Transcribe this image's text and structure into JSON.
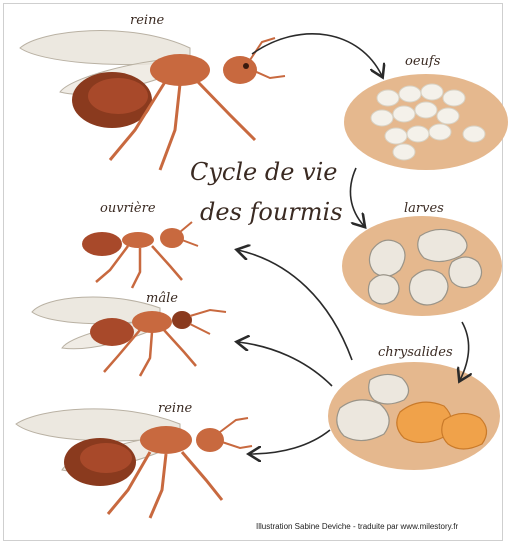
{
  "diagram": {
    "title_line1": "Cycle de vie",
    "title_line2": "des fourmis",
    "labels": {
      "queen_top": "reine",
      "eggs": "oeufs",
      "larvae": "larves",
      "pupae": "chrysalides",
      "worker": "ouvrière",
      "male": "mâle",
      "queen_bottom": "reine"
    },
    "credit": "Illustration Sabine Deviche - traduite par www.milestory.fr"
  },
  "colors": {
    "ant_body": "#c8693f",
    "ant_dark": "#8a3a1e",
    "nest_tan": "#e5b88e",
    "egg_white": "#f4f1ea",
    "pupa_orange": "#f0a24a",
    "arrow": "#2a2a2a"
  }
}
